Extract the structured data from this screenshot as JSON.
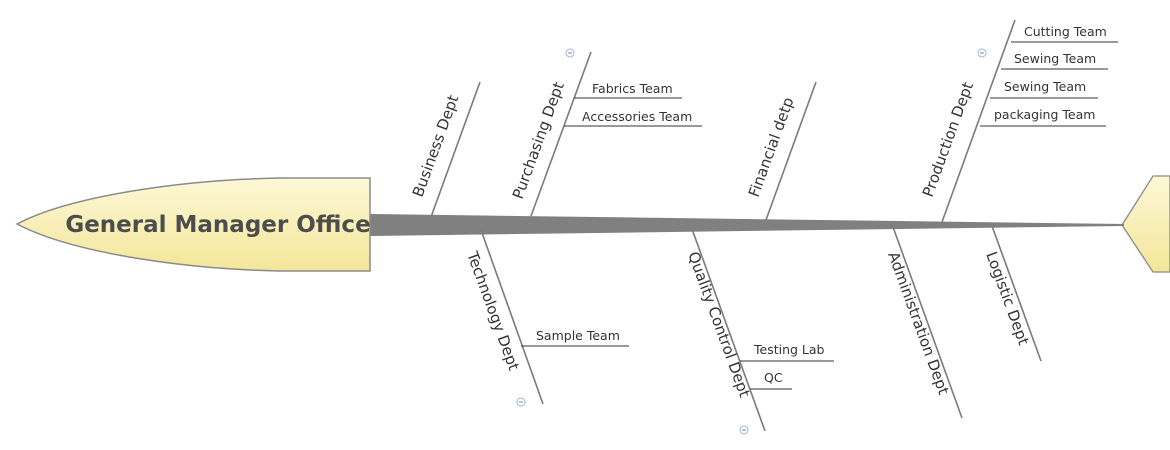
{
  "head": {
    "label": "General Manager Office"
  },
  "upper_categories": [
    {
      "label": "Business Dept",
      "subs": []
    },
    {
      "label": "Purchasing Dept",
      "subs": [
        "Fabrics Team",
        "Accessories Team"
      ]
    },
    {
      "label": "Financial detp",
      "subs": []
    },
    {
      "label": "Production Dept",
      "subs": [
        "Cutting Team",
        "Sewing Team",
        "Sewing Team",
        "packaging Team"
      ]
    }
  ],
  "lower_categories": [
    {
      "label": "Technology Dept",
      "subs": [
        "Sample Team"
      ]
    },
    {
      "label": "Quality Control Dept",
      "subs": [
        "Testing Lab",
        "QC"
      ]
    },
    {
      "label": "Administration Dept",
      "subs": []
    },
    {
      "label": "Logistic Dept",
      "subs": []
    }
  ],
  "colors": {
    "head_fill_light": "#fdf8d6",
    "head_fill_dark": "#f3e69a",
    "head_stroke": "#8a8a8a",
    "spine": "#808080",
    "text": "#333333"
  }
}
